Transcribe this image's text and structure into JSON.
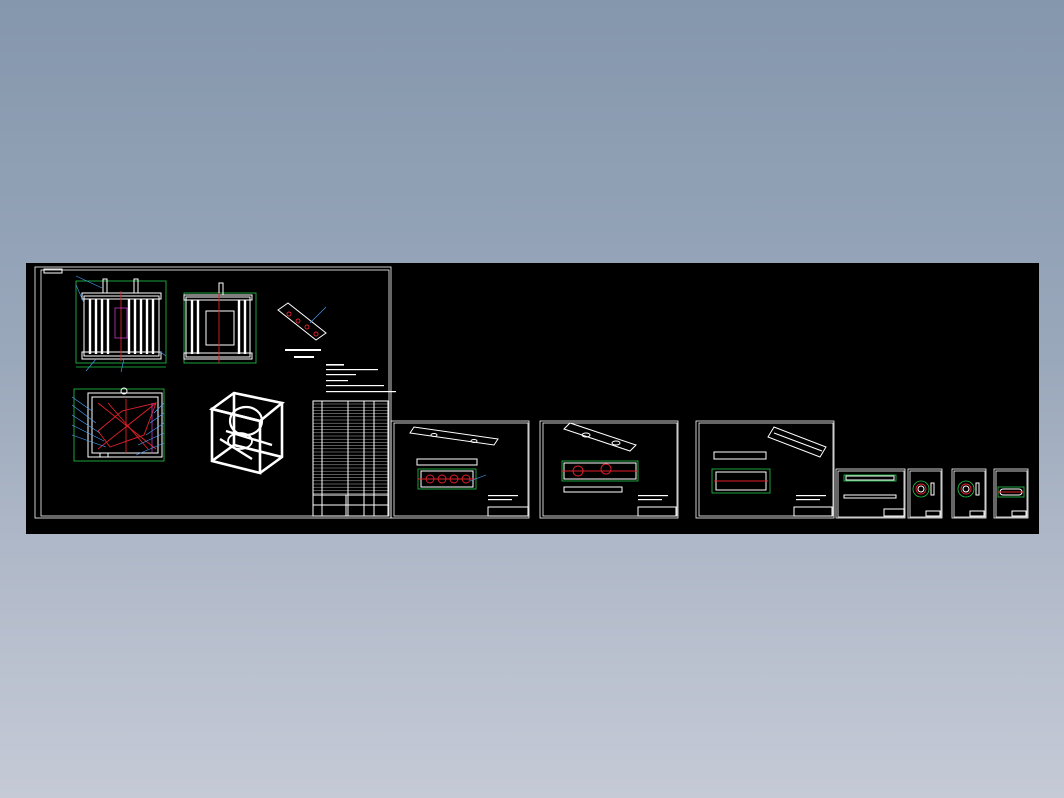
{
  "viewer": {
    "background_top": "#8597ad",
    "background_bottom": "#c5cad6",
    "canvas_color": "#000000"
  },
  "drawing": {
    "line_colors": {
      "frame": "#ffffff",
      "outline": "#ffffff",
      "dimension": "#22c84a",
      "center": "#e0202a",
      "leader": "#4aa3ff",
      "section": "#e040e0"
    },
    "sheets": [
      {
        "kind": "assembly",
        "views": [
          "front-view",
          "side-view",
          "part-iso",
          "top-view",
          "isometric-view"
        ],
        "has_bom": true,
        "has_notes": true
      },
      {
        "kind": "part",
        "views": [
          "iso",
          "plan"
        ]
      },
      {
        "kind": "part",
        "views": [
          "iso",
          "plan"
        ]
      },
      {
        "kind": "part",
        "views": [
          "plan",
          "iso"
        ]
      },
      {
        "kind": "part",
        "views": [
          "bar"
        ]
      },
      {
        "kind": "part",
        "views": [
          "ring"
        ]
      },
      {
        "kind": "part",
        "views": [
          "ring"
        ]
      },
      {
        "kind": "part",
        "views": [
          "slot"
        ]
      }
    ]
  }
}
